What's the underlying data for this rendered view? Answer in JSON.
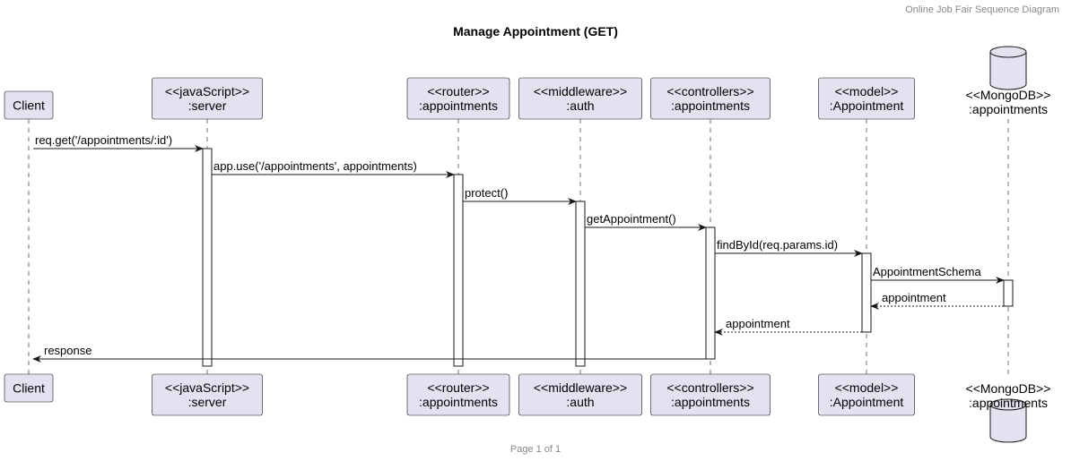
{
  "header": "Online Job Fair Sequence Diagram",
  "title": "Manage Appointment (GET)",
  "footer": "Page 1 of 1",
  "colors": {
    "participant_fill": "#E2E2F0",
    "participant_stroke": "#181818",
    "lifeline": "#181818",
    "background": "#FFFFFF"
  },
  "participants": [
    {
      "id": "client",
      "kind": "box",
      "lines": [
        "Client"
      ]
    },
    {
      "id": "server",
      "kind": "box",
      "lines": [
        "<<javaScript>>",
        ":server"
      ]
    },
    {
      "id": "router",
      "kind": "box",
      "lines": [
        "<<router>>",
        ":appointments"
      ]
    },
    {
      "id": "auth",
      "kind": "box",
      "lines": [
        "<<middleware>>",
        ":auth"
      ]
    },
    {
      "id": "controllers",
      "kind": "box",
      "lines": [
        "<<controllers>>",
        ":appointments"
      ]
    },
    {
      "id": "model",
      "kind": "box",
      "lines": [
        "<<model>>",
        ":Appointment"
      ]
    },
    {
      "id": "mongodb",
      "kind": "database",
      "lines": [
        "<<MongoDB>>",
        ":appointments"
      ]
    }
  ],
  "messages": [
    {
      "from": "client",
      "to": "server",
      "label": "req.get('/appointments/:id')",
      "style": "solid"
    },
    {
      "from": "server",
      "to": "router",
      "label": "app.use('/appointments', appointments)",
      "style": "solid"
    },
    {
      "from": "router",
      "to": "auth",
      "label": "protect()",
      "style": "solid"
    },
    {
      "from": "auth",
      "to": "controllers",
      "label": "getAppointment()",
      "style": "solid"
    },
    {
      "from": "controllers",
      "to": "model",
      "label": "findById(req.params.id)",
      "style": "solid"
    },
    {
      "from": "model",
      "to": "mongodb",
      "label": "AppointmentSchema",
      "style": "solid"
    },
    {
      "from": "mongodb",
      "to": "model",
      "label": "appointment",
      "style": "dashed"
    },
    {
      "from": "model",
      "to": "controllers",
      "label": "appointment",
      "style": "dashed"
    },
    {
      "from": "controllers",
      "to": "client",
      "label": "response",
      "style": "solid"
    }
  ]
}
